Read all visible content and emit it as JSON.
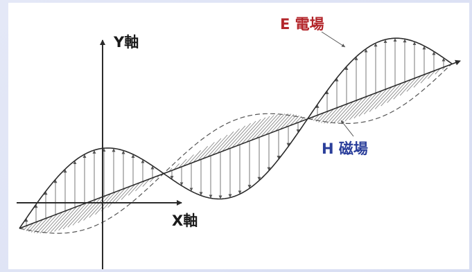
{
  "labels": {
    "y_axis": "Y軸",
    "x_axis": "X軸",
    "e_field": "E 電場",
    "h_field": "H 磁場"
  },
  "colors": {
    "e_label": "#b3262b",
    "h_label": "#2a3e9a",
    "lines": "#2b2b2b",
    "hatch": "#777777"
  },
  "wave": {
    "cycles_shown": 1.5,
    "e_field_vertical": true,
    "h_field_horizontal": true
  }
}
